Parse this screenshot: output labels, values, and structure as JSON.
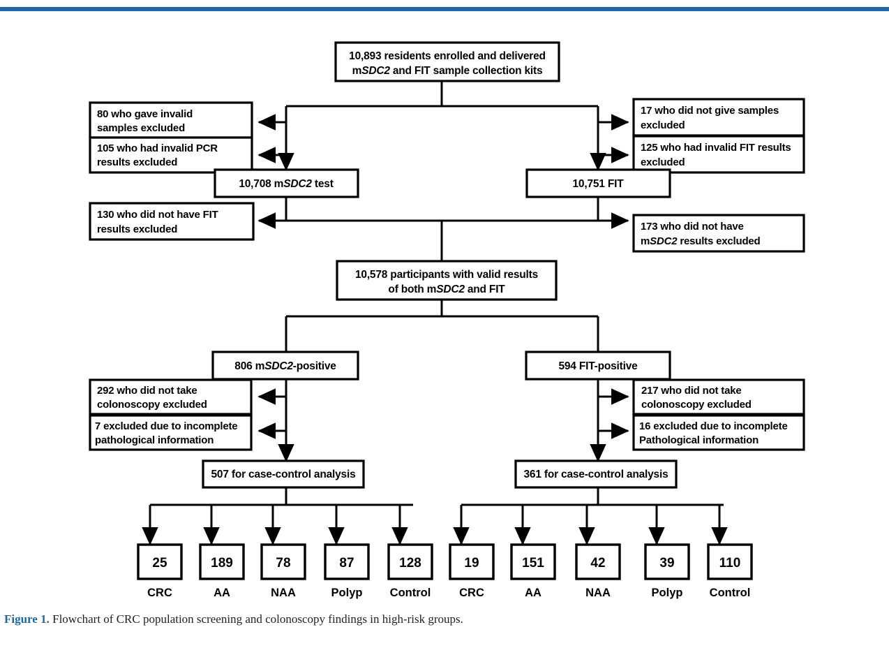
{
  "figure": {
    "caption_label": "Figure 1.",
    "caption_text": " Flowchart of CRC population screening and colonoscopy findings in high-risk groups.",
    "accent_color": "#1b69ac",
    "rule_color": "#1b69ac"
  },
  "flow": {
    "root": {
      "line1": "10,893 residents enrolled and delivered",
      "line2_pre": "m",
      "line2_ital": "SDC2",
      "line2_post": " and FIT sample collection kits"
    },
    "exclusions_top_left": [
      {
        "line1": "80 who gave invalid",
        "line2": "samples excluded"
      },
      {
        "line1": "105 who had invalid PCR",
        "line2": "results excluded"
      }
    ],
    "exclusions_top_right": [
      {
        "line1": "17 who did not give samples",
        "line2": "excluded"
      },
      {
        "line1": "125 who had invalid FIT results",
        "line2": "excluded"
      }
    ],
    "test_left": {
      "pre": "10,708 m",
      "ital": "SDC2",
      "post": " test"
    },
    "test_right": {
      "text": "10,751 FIT"
    },
    "exclusion_mid_left": {
      "line1": "130 who did not have FIT",
      "line2": "results excluded"
    },
    "exclusion_mid_right": {
      "line1": "173 who did not have",
      "line2_pre": "m",
      "line2_ital": "SDC2",
      "line2_post": " results excluded"
    },
    "combined": {
      "line1": "10,578 participants with valid results",
      "line2_pre": "of both m",
      "line2_ital": "SDC2",
      "line2_post": " and FIT"
    },
    "positive_left": {
      "pre": "806 m",
      "ital": "SDC2",
      "post": "-positive"
    },
    "positive_right": {
      "text": "594 FIT-positive"
    },
    "exclusions_colo_left": [
      {
        "line1": "292 who did not take",
        "line2": "colonoscopy excluded"
      },
      {
        "line1": "7 excluded due to incomplete",
        "line2": "pathological information"
      }
    ],
    "exclusions_colo_right": [
      {
        "line1": "217 who did not take",
        "line2": "colonoscopy excluded"
      },
      {
        "line1": "16 excluded due to incomplete",
        "line2": "Pathological information"
      }
    ],
    "analysis_left": {
      "text": "507 for case-control analysis"
    },
    "analysis_right": {
      "text": "361 for case-control analysis"
    },
    "leaves_left": [
      {
        "value": "25",
        "label": "CRC"
      },
      {
        "value": "189",
        "label": "AA"
      },
      {
        "value": "78",
        "label": "NAA"
      },
      {
        "value": "87",
        "label": "Polyp"
      },
      {
        "value": "128",
        "label": "Control"
      }
    ],
    "leaves_right": [
      {
        "value": "19",
        "label": "CRC"
      },
      {
        "value": "151",
        "label": "AA"
      },
      {
        "value": "42",
        "label": "NAA"
      },
      {
        "value": "39",
        "label": "Polyp"
      },
      {
        "value": "110",
        "label": "Control"
      }
    ]
  },
  "chart_data": {
    "type": "diagram",
    "title": "Flowchart of CRC population screening and colonoscopy findings in high-risk groups",
    "nodes": [
      {
        "id": "enrolled",
        "label": "10,893 residents enrolled and delivered mSDC2 and FIT sample collection kits",
        "value": 10893
      },
      {
        "id": "excl-invalid-samples",
        "label": "80 who gave invalid samples excluded",
        "value": 80
      },
      {
        "id": "excl-invalid-pcr",
        "label": "105 who had invalid PCR results excluded",
        "value": 105
      },
      {
        "id": "excl-no-samples",
        "label": "17 who did not give samples excluded",
        "value": 17
      },
      {
        "id": "excl-invalid-fit",
        "label": "125 who had invalid FIT results excluded",
        "value": 125
      },
      {
        "id": "msdc2-test",
        "label": "10,708 mSDC2 test",
        "value": 10708
      },
      {
        "id": "fit-test",
        "label": "10,751 FIT",
        "value": 10751
      },
      {
        "id": "excl-no-fit-results",
        "label": "130 who did not have FIT results excluded",
        "value": 130
      },
      {
        "id": "excl-no-msdc2-results",
        "label": "173 who did not have mSDC2 results excluded",
        "value": 173
      },
      {
        "id": "combined",
        "label": "10,578 participants with valid results of both mSDC2 and FIT",
        "value": 10578
      },
      {
        "id": "msdc2-positive",
        "label": "806 mSDC2-positive",
        "value": 806
      },
      {
        "id": "fit-positive",
        "label": "594 FIT-positive",
        "value": 594
      },
      {
        "id": "excl-no-colo-left",
        "label": "292 who did not take colonoscopy excluded",
        "value": 292
      },
      {
        "id": "excl-incomplete-path-left",
        "label": "7 excluded due to incomplete pathological information",
        "value": 7
      },
      {
        "id": "excl-no-colo-right",
        "label": "217 who did not take colonoscopy excluded",
        "value": 217
      },
      {
        "id": "excl-incomplete-path-right",
        "label": "16 excluded due to incomplete Pathological information",
        "value": 16
      },
      {
        "id": "analysis-left",
        "label": "507 for case-control analysis",
        "value": 507
      },
      {
        "id": "analysis-right",
        "label": "361 for case-control analysis",
        "value": 361
      }
    ],
    "outcomes": {
      "categories": [
        "CRC",
        "AA",
        "NAA",
        "Polyp",
        "Control"
      ],
      "series": [
        {
          "name": "mSDC2-positive (507 for case-control analysis)",
          "values": [
            25,
            189,
            78,
            87,
            128
          ]
        },
        {
          "name": "FIT-positive (361 for case-control analysis)",
          "values": [
            19,
            151,
            42,
            39,
            110
          ]
        }
      ]
    }
  }
}
